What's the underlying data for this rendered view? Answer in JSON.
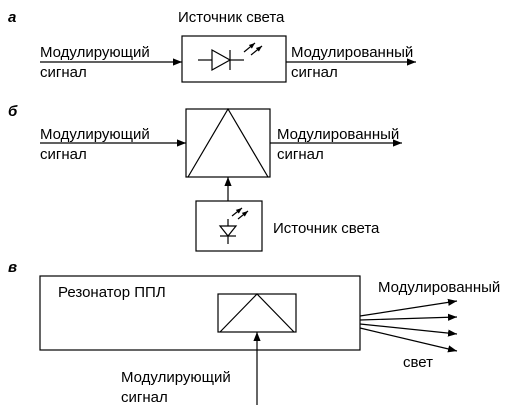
{
  "panel_a": {
    "tag": "а",
    "source_title": "Источник света",
    "input_label_line1": "Модулирующий",
    "input_label_line2": "сигнал",
    "output_label_line1": "Модулированный",
    "output_label_line2": "сигнал"
  },
  "panel_b": {
    "tag": "б",
    "input_label_line1": "Модулирующий",
    "input_label_line2": "сигнал",
    "output_label_line1": "Модулированный",
    "output_label_line2": "сигнал",
    "source_label": "Источник света"
  },
  "panel_c": {
    "tag": "в",
    "resonator_label": "Резонатор ППЛ",
    "output_label_line1": "Модулированный",
    "output_label_line2": "свет",
    "input_label_line1": "Модулирующий",
    "input_label_line2": "сигнал"
  }
}
